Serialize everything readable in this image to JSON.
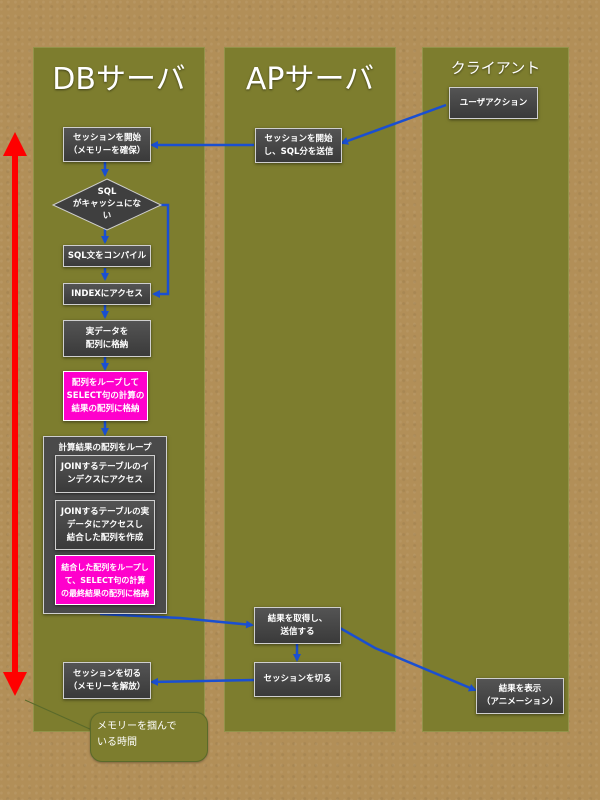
{
  "lanes": {
    "db": "DBサーバ",
    "ap": "APサーバ",
    "client": "クライアント"
  },
  "nodes": {
    "user_action": "ユーザアクション",
    "db_session_start": "セッションを開始\n（メモリーを確保）",
    "ap_session_start": "セッションを開始\nし、SQL分を送信",
    "sql_cache_decision": "SQL\nがキャッシュにな\nい",
    "compile_sql": "SQL文をコンパイル",
    "index_access": "INDEXにアクセス",
    "real_data_store": "実データを\n配列に格納",
    "loop_select": "配列をループして\nSELECT句の計算の\n結果の配列に格納",
    "group_title": "計算結果の配列をループ",
    "join_index": "JOINするテーブルのイ\nンデクスにアクセス",
    "join_data": "JOINするテーブルの実\nデータにアクセスし\n結合した配列を作成",
    "join_loop": "結合した配列をループし\nて、SELECT句の計算\nの最終結果の配列に格納",
    "ap_receive": "結果を取得し、\n送信する",
    "ap_session_end": "セッションを切る",
    "db_session_end": "セッションを切る\n（メモリーを解放）",
    "client_display": "結果を表示\n（アニメーション）"
  },
  "note": "メモリーを掴んで\nいる時間",
  "colors": {
    "background": "#b28f58",
    "lane": "#7d7d2e",
    "box": "#444444",
    "highlight": "#ff00cc",
    "arrow": "#1a4fd1",
    "memory_arrow": "#ff0000",
    "note": "#7d7d2e"
  }
}
